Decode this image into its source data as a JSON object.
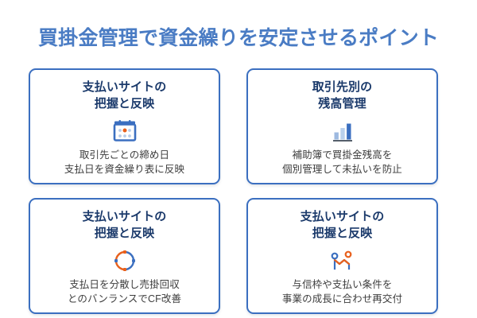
{
  "header": {
    "title": "買掛金管理で資金繰りを安定させるポイント",
    "title_color": "#4a7cc4"
  },
  "theme": {
    "card_border_color": "#3b6fc0",
    "card_background": "#ffffff",
    "card_heading_color": "#1b3a6b",
    "card_body_color": "#3d3d3d",
    "page_background": "#ffffff",
    "accent_orange": "#e8601c",
    "accent_blue": "#3b6fc0"
  },
  "cards": [
    {
      "heading": "支払いサイトの\n把握と反映",
      "icon": "calendar-icon",
      "body": "取引先ごとの締め日\n支払日を資金繰り表に反映"
    },
    {
      "heading": "取引先別の\n残高管理",
      "icon": "bar-chart-icon",
      "body": "補助簿で買掛金残高を\n個別管理して未払いを防止"
    },
    {
      "heading": "支払いサイトの\n把握と反映",
      "icon": "balance-ring-icon",
      "body": "支払日を分散し売掛回収\nとのバンランスでCF改善"
    },
    {
      "heading": "支払いサイトの\n把握と反映",
      "icon": "line-chart-icon",
      "body": "与信枠や支払い条件を\n事業の成長に合わせ再交付"
    }
  ]
}
